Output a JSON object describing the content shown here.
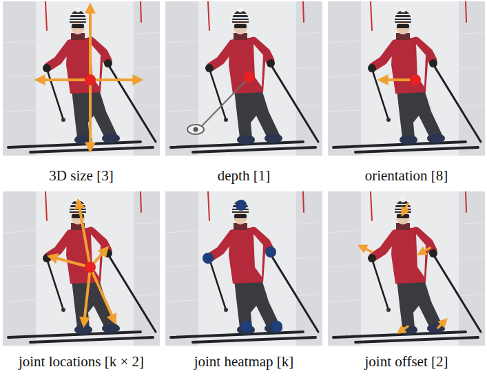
{
  "diagram": {
    "labels": [
      "3D size [3]",
      "depth [1]",
      "orientation [8]",
      "joint locations [k × 2]",
      "joint heatmap [k]",
      "joint offset [2]"
    ]
  }
}
